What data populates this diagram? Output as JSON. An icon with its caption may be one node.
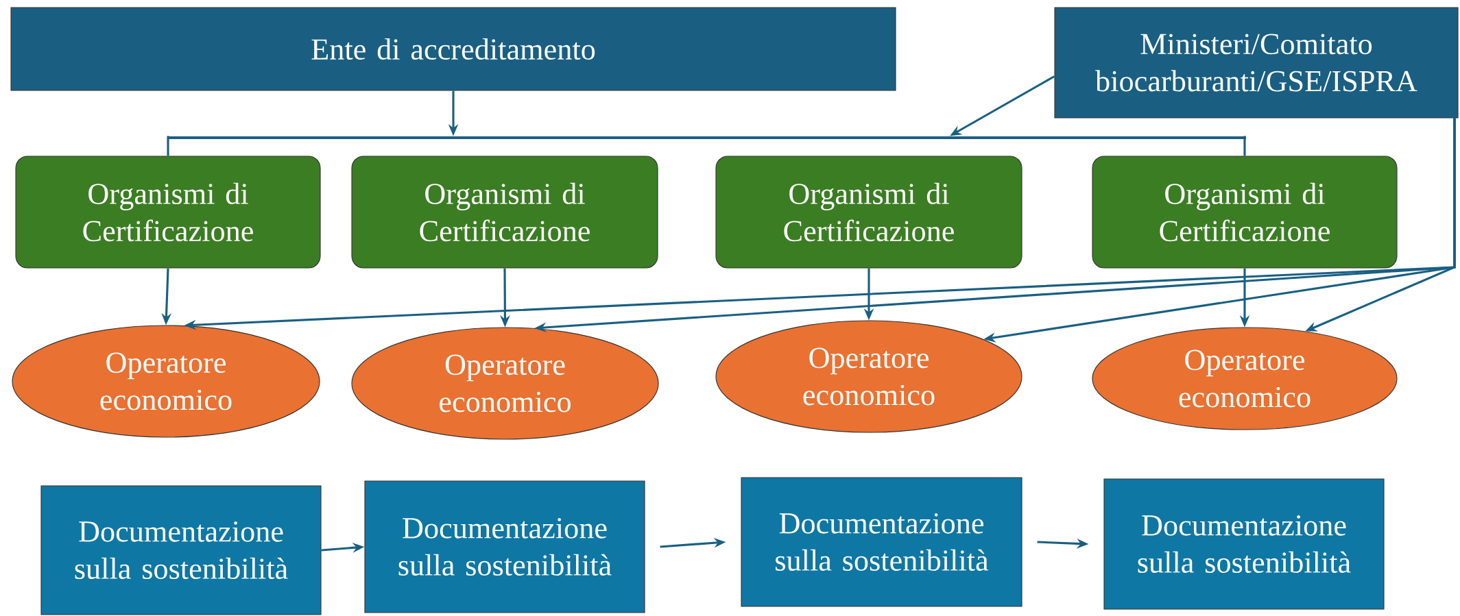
{
  "diagram": {
    "nodes": [
      {
        "text": [
          "Ente di accreditamento"
        ]
      },
      {
        "text": [
          "Ministeri/Comitato biocarburanti/GSE/ISPRA"
        ]
      },
      {
        "text": [],
        "shape": "bar"
      },
      {
        "text": [
          "Organismi di Certificazione"
        ]
      },
      {
        "text": [
          "Organismi di Certificazione"
        ]
      },
      {
        "text": [
          "Organismi di Certificazione"
        ]
      },
      {
        "text": [
          "Organismi di Certificazione"
        ]
      },
      {
        "text": [
          "Operatore economico"
        ]
      },
      {
        "text": [
          "Operatore economico"
        ]
      },
      {
        "text": [
          "Operatore economico"
        ]
      },
      {
        "text": [
          "Operatore economico"
        ]
      },
      {
        "text": [
          "Documentazione sulla sostenibilità"
        ]
      },
      {
        "text": [
          "Documentazione sulla sostenibilità"
        ]
      },
      {
        "text": [
          "Documentazione sulla sostenibilità"
        ]
      },
      {
        "text": [
          "Documentazione sulla sostenibilità"
        ]
      }
    ],
    "edges": [
      {
        "from": 0,
        "to": 2,
        "arrow": "to"
      },
      {
        "from": 1,
        "to": 2,
        "arrow": "to"
      },
      {
        "from": 2,
        "to": 3,
        "arrow": "none"
      },
      {
        "from": 2,
        "to": 6,
        "arrow": "none"
      },
      {
        "from": 1,
        "to": 7,
        "arrow": "to"
      },
      {
        "from": 1,
        "to": 8,
        "arrow": "to"
      },
      {
        "from": 1,
        "to": 9,
        "arrow": "to"
      },
      {
        "from": 1,
        "to": 10,
        "arrow": "to"
      },
      {
        "from": 3,
        "to": 7,
        "arrow": "to"
      },
      {
        "from": 4,
        "to": 8,
        "arrow": "to"
      },
      {
        "from": 5,
        "to": 9,
        "arrow": "to"
      },
      {
        "from": 6,
        "to": 10,
        "arrow": "to"
      },
      {
        "from": 11,
        "to": 12,
        "arrow": "to"
      },
      {
        "from": 12,
        "to": 13,
        "arrow": "to"
      },
      {
        "from": 13,
        "to": 14,
        "arrow": "to"
      }
    ]
  }
}
